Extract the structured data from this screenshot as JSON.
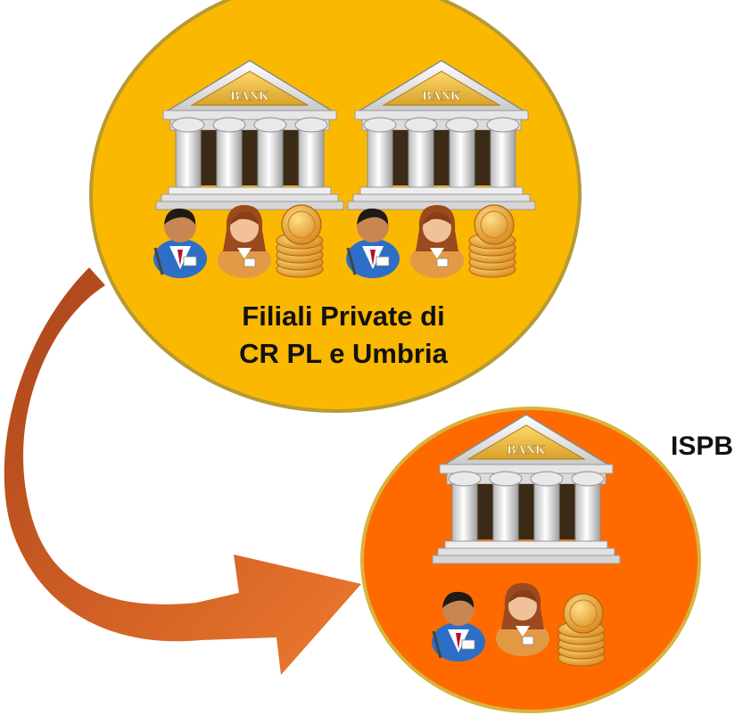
{
  "top_group": {
    "label_line1": "Filiali Private di",
    "label_line2": "CR PL e Umbria",
    "banks": [
      {
        "sign": "BANK"
      },
      {
        "sign": "BANK"
      }
    ],
    "fill_color": "#fbb800",
    "border_color": "#b79a34"
  },
  "bottom_group": {
    "label": "ISPB",
    "banks": [
      {
        "sign": "BANK"
      }
    ],
    "fill_color": "#ff6a00",
    "border_color": "#d7b43c"
  },
  "arrow": {
    "color": "#e8712a",
    "dark_color": "#a9441c",
    "from": "top_group",
    "to": "bottom_group"
  },
  "icons": [
    "bank-icon",
    "businessman-icon",
    "businesswoman-icon",
    "coins-icon"
  ]
}
